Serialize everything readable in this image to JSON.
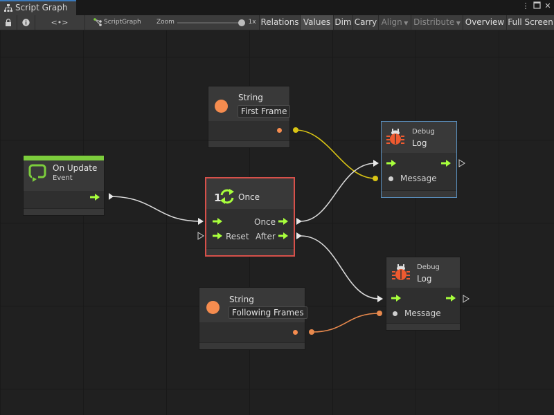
{
  "window": {
    "tab_title": "Script Graph",
    "tab_icon": "hierarchy-icon",
    "menu_icon": "kebab-menu-icon",
    "maximize_icon": "maximize-icon",
    "close_icon": "close-icon"
  },
  "toolbar": {
    "lock_icon": "lock-icon",
    "info_icon": "info-icon",
    "code_toggle": "<•>",
    "graph_name": "ScriptGraph",
    "zoom_label": "Zoom",
    "zoom_value_label": "1x",
    "zoom_level": 1.0,
    "buttons": [
      {
        "label": "Relations",
        "active": false
      },
      {
        "label": "Values",
        "active": true
      },
      {
        "label": "Dim",
        "active": false
      },
      {
        "label": "Carry",
        "active": false
      },
      {
        "label": "Align",
        "disabled": true
      },
      {
        "label": "Distribute",
        "disabled": true
      },
      {
        "label": "Overview",
        "active": false
      },
      {
        "label": "Full Screen",
        "active": false
      }
    ]
  },
  "nodes": {
    "on_update": {
      "title": "On Update",
      "subtitle": "Event",
      "accent": "#7ccd3c"
    },
    "string_first": {
      "title": "String",
      "value": "First Frame"
    },
    "string_following": {
      "title": "String",
      "value": "Following Frames"
    },
    "once": {
      "title": "Once",
      "prefix": "1",
      "port_once": "Once",
      "port_reset": "Reset",
      "port_after": "After",
      "border": "#d7504a"
    },
    "debug_log_1": {
      "title": "Debug",
      "subtitle": "Log",
      "port_message": "Message",
      "border": "#5a8fbd"
    },
    "debug_log_2": {
      "title": "Debug",
      "subtitle": "Log",
      "port_message": "Message"
    }
  },
  "colors": {
    "flow_arrow": "#a8ff3c",
    "string_port": "#f58c4f",
    "yellow_wire": "#d9c414",
    "orange_wire": "#e8894d",
    "white_wire": "#d8d8d8",
    "debug_icon": "#ee5a30"
  }
}
